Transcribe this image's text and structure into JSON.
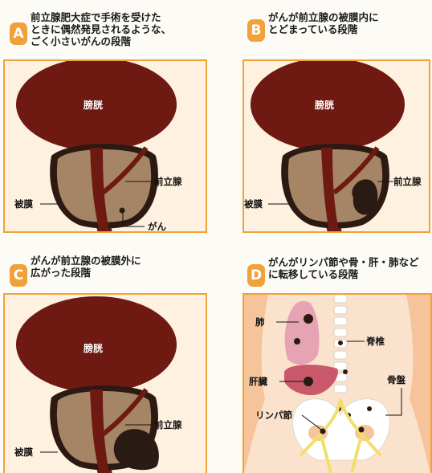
{
  "panels": {
    "a": {
      "badge": "A",
      "caption": "前立腺肥大症で手術を受けた\nときに偶然発見されるような、\nごく小さいがんの段階",
      "bladder": "膀胱",
      "prostate": "前立腺",
      "capsule": "被膜",
      "cancer": "がん"
    },
    "b": {
      "badge": "B",
      "caption": "がんが前立腺の被膜内に\nとどまっている段階",
      "bladder": "膀胱",
      "prostate": "前立腺",
      "capsule": "被膜"
    },
    "c": {
      "badge": "C",
      "caption": "がんが前立腺の被膜外に\n広がった段階",
      "bladder": "膀胱",
      "prostate": "前立腺",
      "capsule": "被膜"
    },
    "d": {
      "badge": "D",
      "caption": "がんがリンパ節や骨・肝・肺など\nに転移している段階",
      "lung": "肺",
      "spine": "脊椎",
      "liver": "肝臓",
      "pelvis": "骨盤",
      "lymph": "リンパ節"
    }
  },
  "colors": {
    "accent": "#f0a13a",
    "panel_bg": "#fef1df",
    "bladder": "#6e1a12",
    "prostate": "#a68566",
    "capsule": "#2c1a12",
    "tumor": "#2a1a14"
  }
}
